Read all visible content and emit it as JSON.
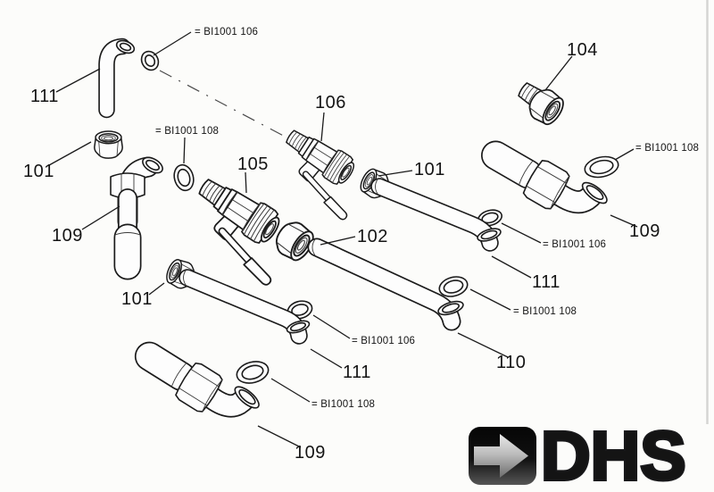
{
  "colors": {
    "ink": "#1b1b1b",
    "paper": "#fcfcfa",
    "part_fill": "#fdfdfd",
    "logo_text": "#18181a",
    "logo_icon_dark": "#060606",
    "logo_icon_light": "#565656",
    "logo_arrow_light": "#e9e9e9",
    "logo_arrow_dark": "#6d6d6d"
  },
  "labels": [
    {
      "id": "ref-bi1001-106-top",
      "text": "= BI1001 106"
    },
    {
      "id": "part-111-top-left",
      "text": "111"
    },
    {
      "id": "ref-bi1001-108-left",
      "text": "= BI1001 108"
    },
    {
      "id": "part-101-top-left",
      "text": "101"
    },
    {
      "id": "part-106",
      "text": "106"
    },
    {
      "id": "part-104",
      "text": "104"
    },
    {
      "id": "part-105",
      "text": "105"
    },
    {
      "id": "part-101-middle",
      "text": "101"
    },
    {
      "id": "ref-bi1001-108-right",
      "text": "= BI1001 108"
    },
    {
      "id": "part-109-right",
      "text": "109"
    },
    {
      "id": "part-102",
      "text": "102"
    },
    {
      "id": "part-109-left",
      "text": "109"
    },
    {
      "id": "ref-bi1001-106-right",
      "text": "= BI1001 106"
    },
    {
      "id": "part-111-right",
      "text": "111"
    },
    {
      "id": "part-101-bottom-left",
      "text": "101"
    },
    {
      "id": "ref-bi1001-108-center",
      "text": "= BI1001 108"
    },
    {
      "id": "ref-bi1001-106-bottom",
      "text": "= BI1001 106"
    },
    {
      "id": "part-111-bottom",
      "text": "111"
    },
    {
      "id": "part-110",
      "text": "110"
    },
    {
      "id": "ref-bi1001-108-bottom",
      "text": "= BI1001 108"
    },
    {
      "id": "part-109-bottom",
      "text": "109"
    }
  ],
  "logo": {
    "text": "DHS",
    "icon": "arrow-right-icon"
  }
}
